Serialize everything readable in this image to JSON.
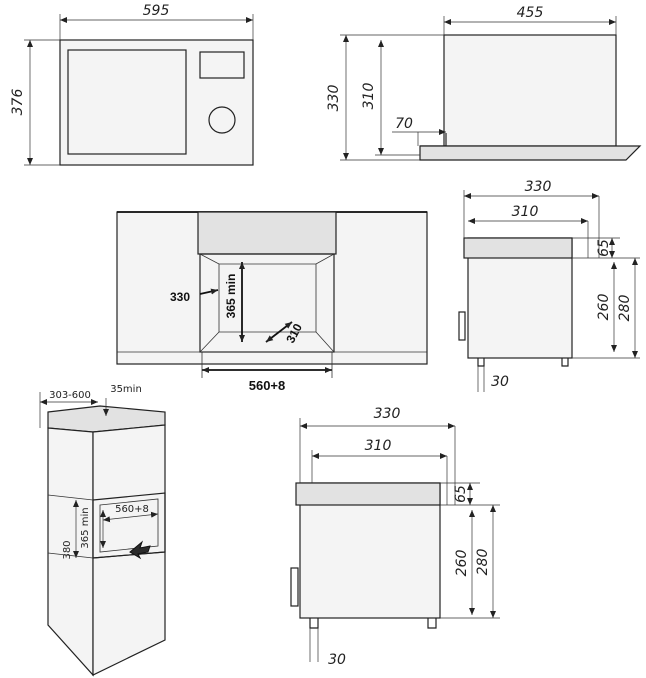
{
  "front_view": {
    "width": "595",
    "height": "376"
  },
  "side_view": {
    "depth": "455",
    "height_a": "330",
    "height_b": "310",
    "offset": "70"
  },
  "niche_view": {
    "depth_label": "330",
    "height_label": "365 min",
    "inner_depth_label": "310",
    "width_label": "560+8"
  },
  "side_right_small": {
    "total_depth": "330",
    "body_depth": "310",
    "top_gap": "65",
    "inner_height": "260",
    "outer_height": "280",
    "foot": "30"
  },
  "cabinet_view": {
    "niche_depth": "303-600",
    "vent_gap": "35min",
    "niche_width": "560+8",
    "niche_height": "365 min",
    "mount_height": "380"
  },
  "side_right_large": {
    "total_depth": "330",
    "body_depth": "310",
    "top_gap": "65",
    "inner_height": "260",
    "outer_height": "280",
    "foot": "30"
  }
}
